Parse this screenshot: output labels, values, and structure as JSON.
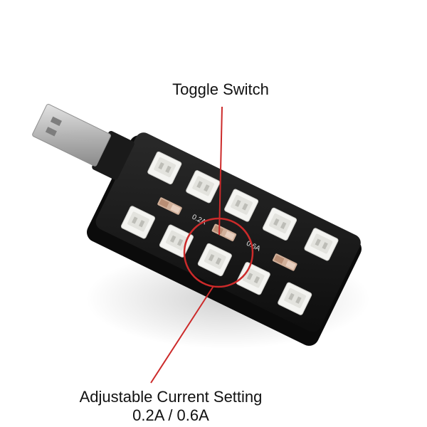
{
  "image": {
    "subject": "USB multi-port battery charger board",
    "background_color": "#ffffff",
    "board_color": "#151515",
    "connector_color": "#f2f2ef",
    "usb_plug_color": "#b9b9b9",
    "annotation_color": "#cc2a2a",
    "board_markings": [
      "0.2A",
      "0.6A"
    ]
  },
  "callouts": {
    "top": "Toggle Switch",
    "bottom_line1": "Adjustable Current Setting",
    "bottom_line2": "0.2A / 0.6A"
  }
}
